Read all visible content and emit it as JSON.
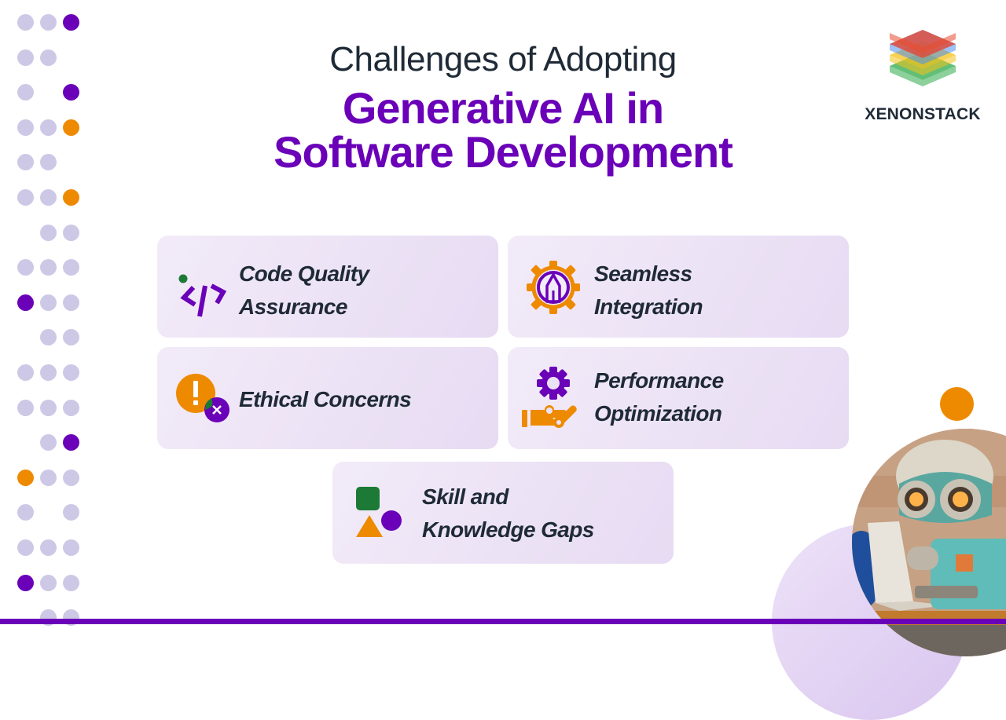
{
  "header": {
    "title_line1": "Challenges of Adopting",
    "title_line2a": "Generative AI in",
    "title_line2b": "Software Development"
  },
  "logo": {
    "text": "XENONSTACK",
    "layer_colors": [
      "#e94a2f",
      "#4a8ff0",
      "#f4c21a",
      "#2eaa4a"
    ]
  },
  "colors": {
    "purple": "#6a00b8",
    "orange": "#ee8a00",
    "green": "#1c7a36",
    "dot_light": "#cdc8e6",
    "text_dark": "#1f2a37",
    "card_bg_start": "#f2ebf8",
    "card_bg_end": "#e7dbf3"
  },
  "cards": [
    {
      "id": "code-quality",
      "line1": "Code Quality",
      "line2": "Assurance",
      "icon": "code-icon"
    },
    {
      "id": "seamless-integration",
      "line1": "Seamless",
      "line2": "Integration",
      "icon": "gear-pencil-icon"
    },
    {
      "id": "ethical-concerns",
      "line1": "Ethical Concerns",
      "line2": "",
      "icon": "warning-alert-icon"
    },
    {
      "id": "performance-optimization",
      "line1": "Performance",
      "line2": "Optimization",
      "icon": "gear-hand-icon"
    },
    {
      "id": "skill-gaps",
      "line1": "Skill and",
      "line2": "Knowledge Gaps",
      "icon": "shapes-icon"
    }
  ],
  "decor": {
    "dot_grid_rows": [
      "ggp",
      "gg_",
      "g_p",
      "ggo",
      "gg_",
      "ggo",
      "_gg",
      "ggg",
      "pgg",
      "_gg",
      "ggg",
      "ggg",
      "_gp",
      "ogg",
      "g_g",
      "ggg",
      "pgg",
      "_gg"
    ],
    "robot_image": "robot-at-laptop-illustration"
  }
}
